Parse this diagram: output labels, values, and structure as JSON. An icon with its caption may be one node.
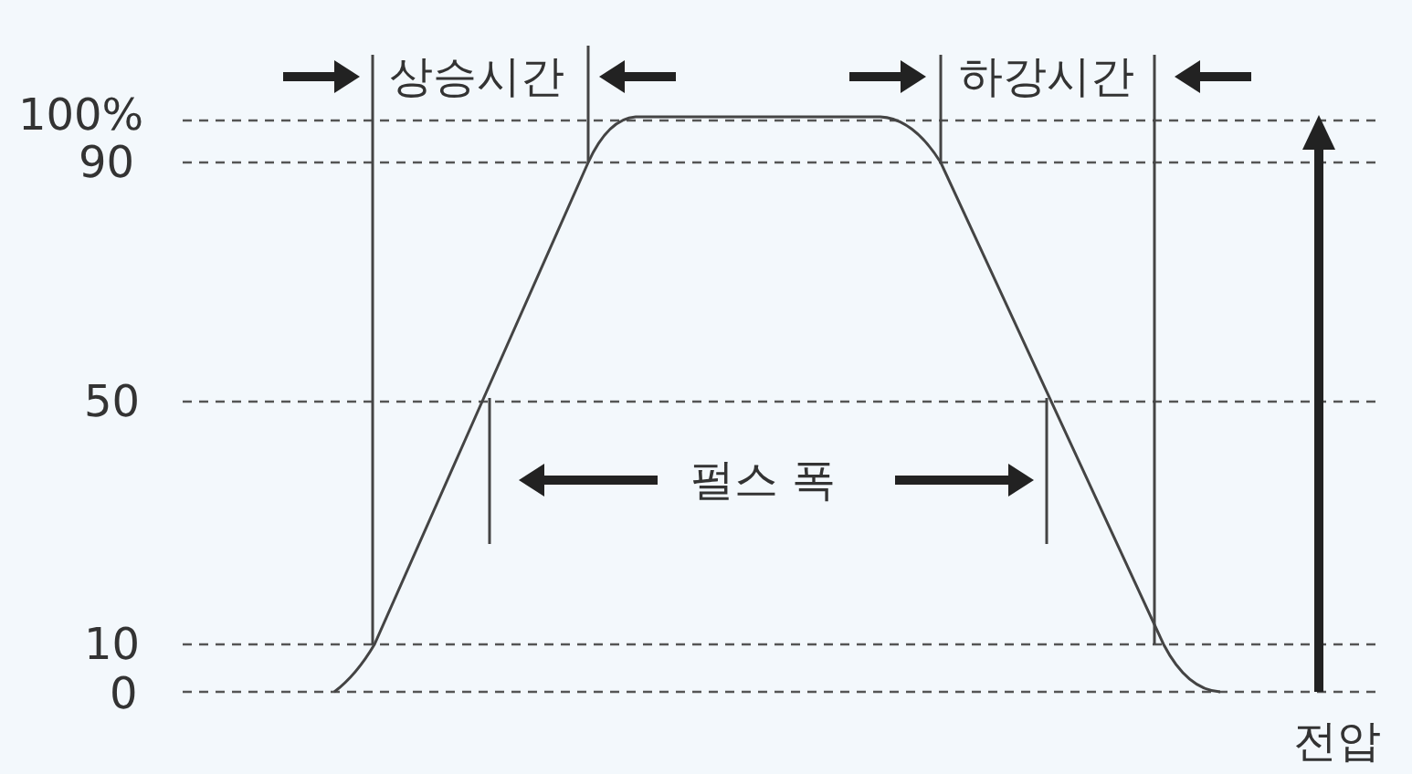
{
  "diagram": {
    "labels": [
      "상승시간",
      "하강시간",
      "100%",
      "90",
      "50",
      "펄스 폭",
      "10",
      "0",
      "전압"
    ]
  }
}
